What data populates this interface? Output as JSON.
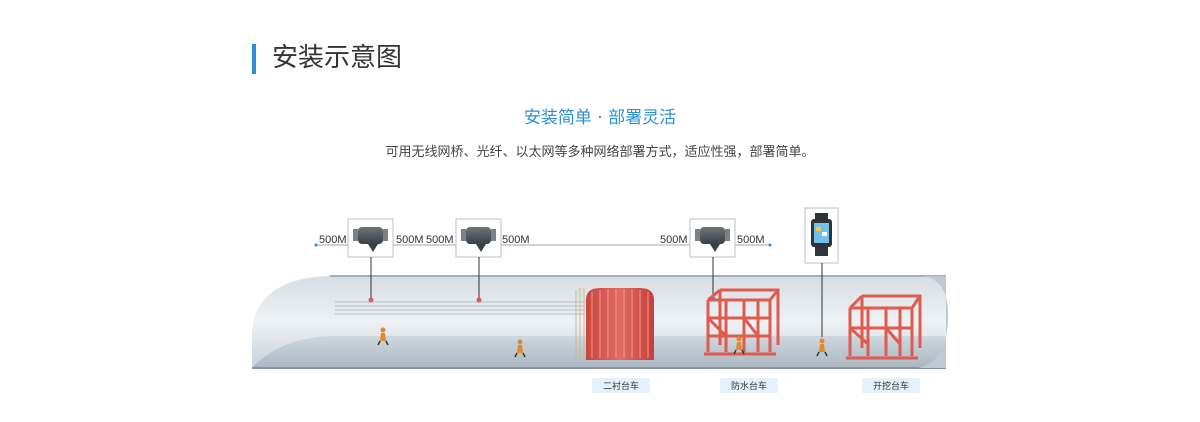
{
  "header": {
    "title": "安装示意图",
    "accent_color": "#2b8fd6"
  },
  "subtitle": "安装简单 · 部署灵活",
  "description": "可用无线网桥、光纤、以太网等多种网络部署方式，适应性强，部署简单。",
  "distances": [
    "500M",
    "500M",
    "500M",
    "500M",
    "500M",
    "500M"
  ],
  "equipment": {
    "lining_trolley": "二衬台车",
    "waterproof_trolley": "防水台车",
    "excavation_trolley": "开挖台车"
  },
  "icons": [
    "wireless-bridge-icon",
    "wristband-tag-icon",
    "worker-icon"
  ]
}
